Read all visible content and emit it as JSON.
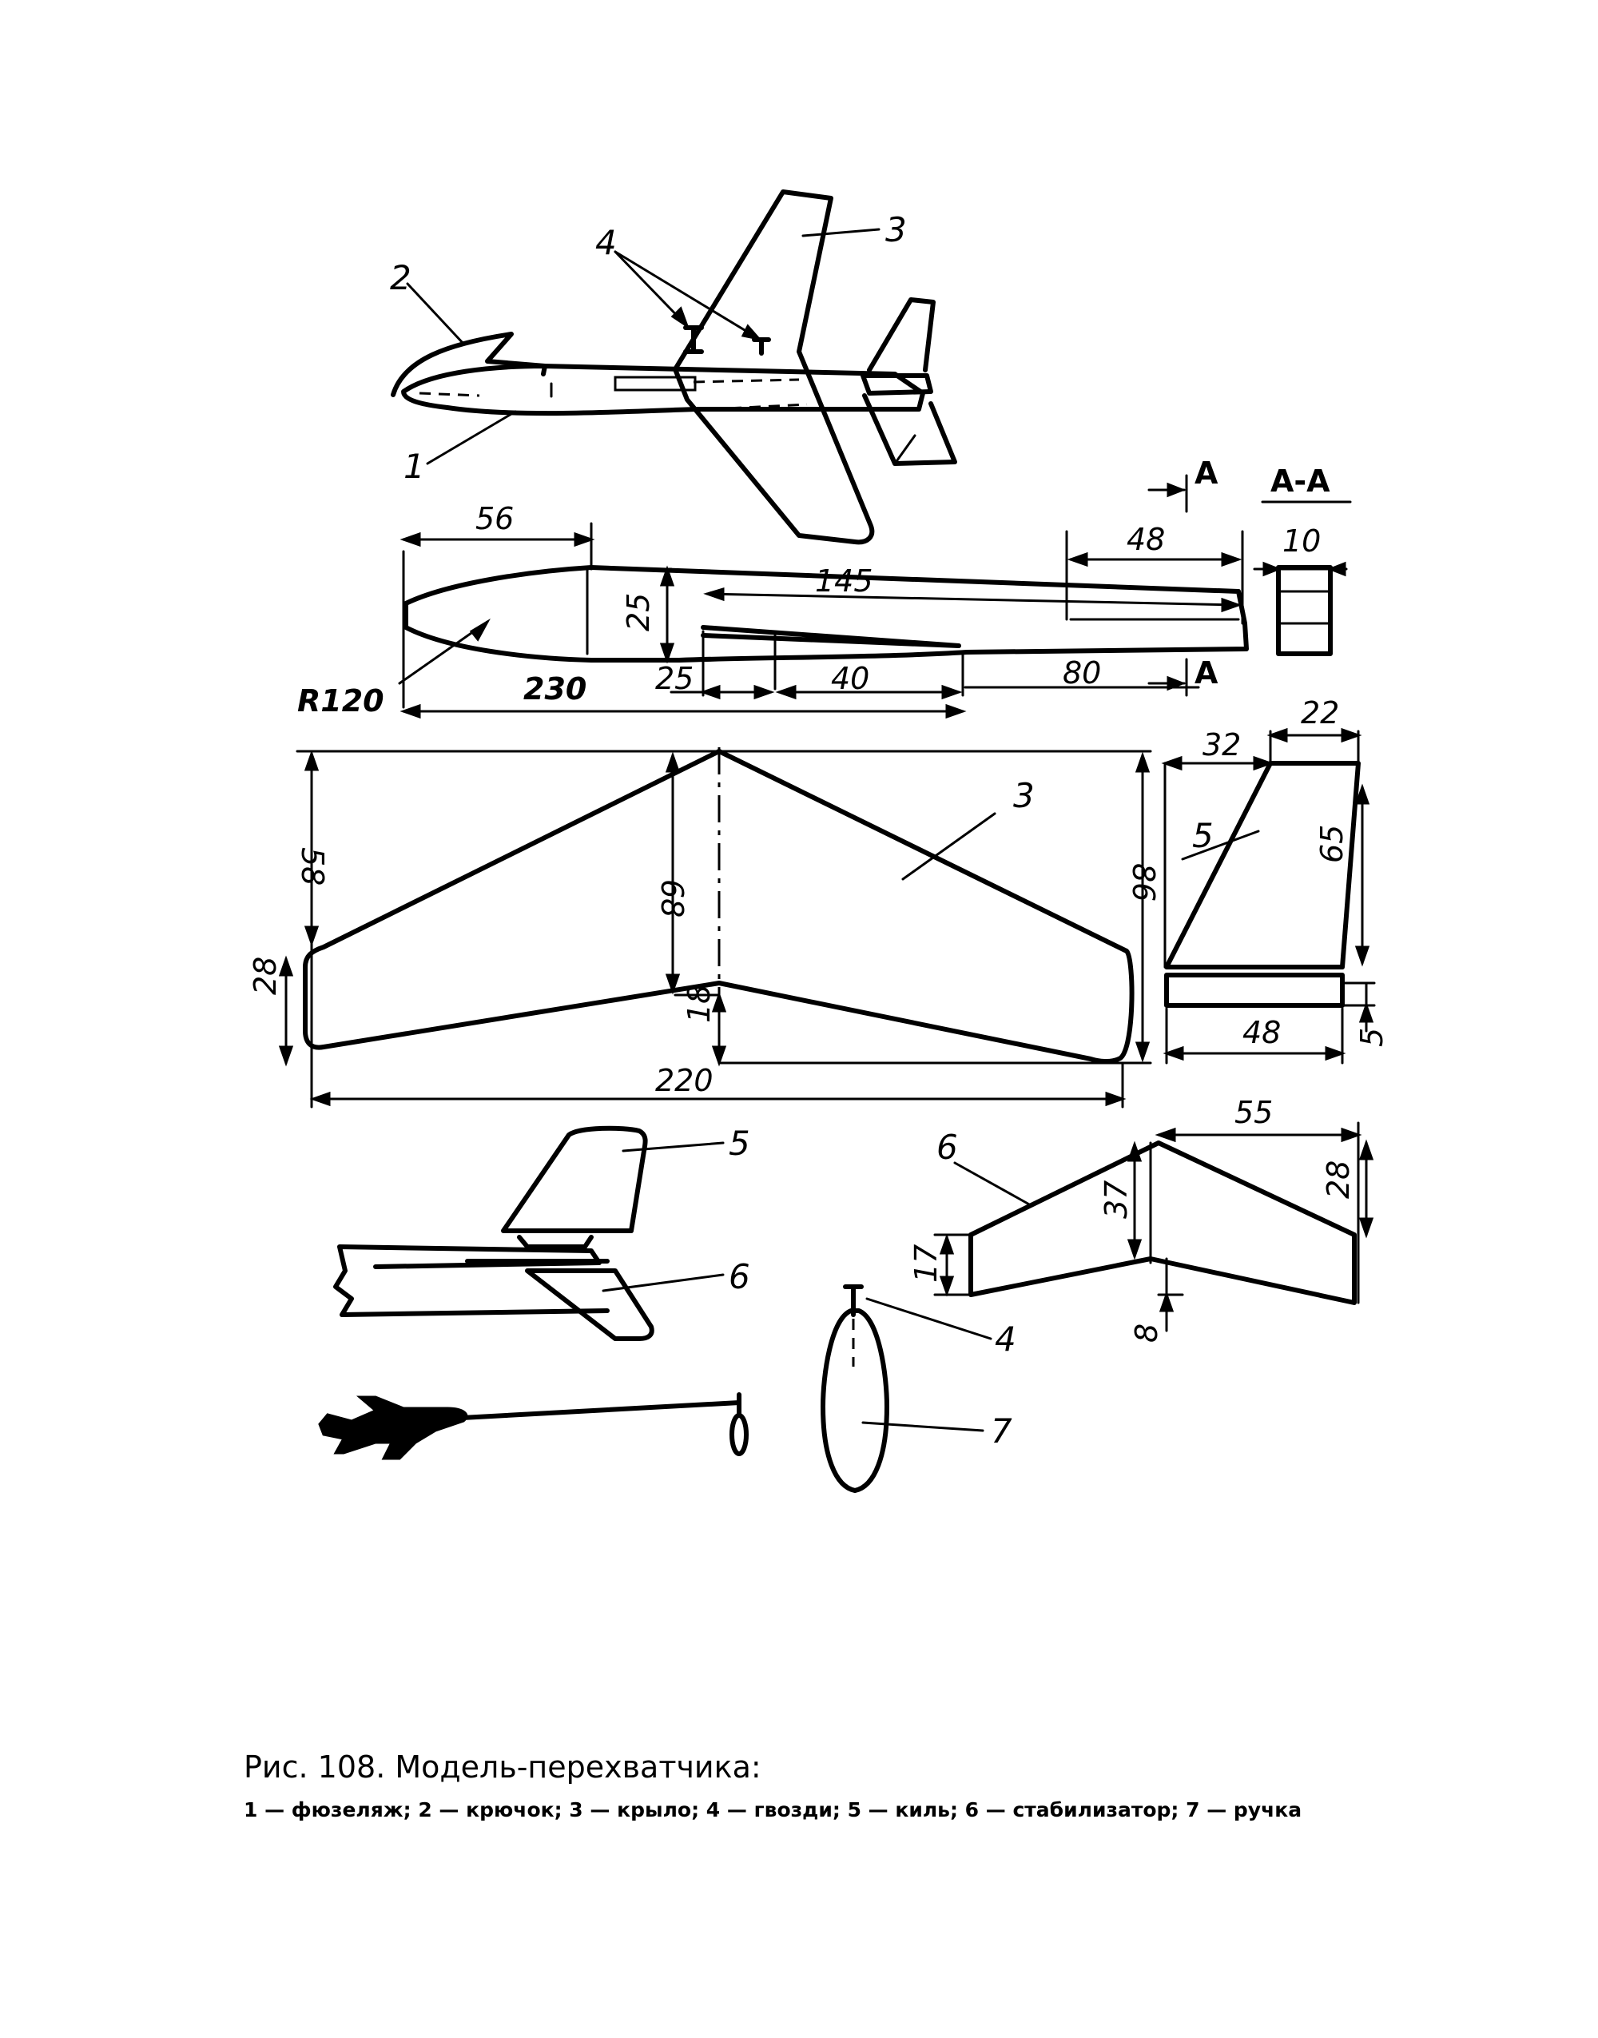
{
  "figure": {
    "title": "Рис. 108. Модель-перехватчика:",
    "legend": "1 — фюзеляж; 2 — крючок; 3 — крыло; 4 — гвозди; 5 — киль; 6 — стабилизатор; 7 — ручка"
  },
  "callouts": {
    "fuselage": "1",
    "hook": "2",
    "wing": "3",
    "nails": "4",
    "fin": "5",
    "stabilizer": "6",
    "handle": "7"
  },
  "section": {
    "marker": "A",
    "title": "A-A"
  },
  "dimensions": {
    "fuselage": {
      "nose_length": "56",
      "height": "25",
      "slot_145": "145",
      "radius": "R120",
      "total_length": "230",
      "d25": "25",
      "d40": "40",
      "d80": "80",
      "tail_48": "48",
      "section_10": "10"
    },
    "wing": {
      "tip_58": "58",
      "root_68": "68",
      "span_86": "86",
      "tip_chord_28": "28",
      "root_18": "18",
      "span_220": "220"
    },
    "fin": {
      "top_32": "32",
      "top_22": "22",
      "height_65": "65",
      "base_48": "48",
      "thick_5": "5"
    },
    "stabilizer": {
      "half_span_55": "55",
      "chord_28": "28",
      "root_37": "37",
      "tip_17": "17",
      "root_8": "8"
    }
  }
}
